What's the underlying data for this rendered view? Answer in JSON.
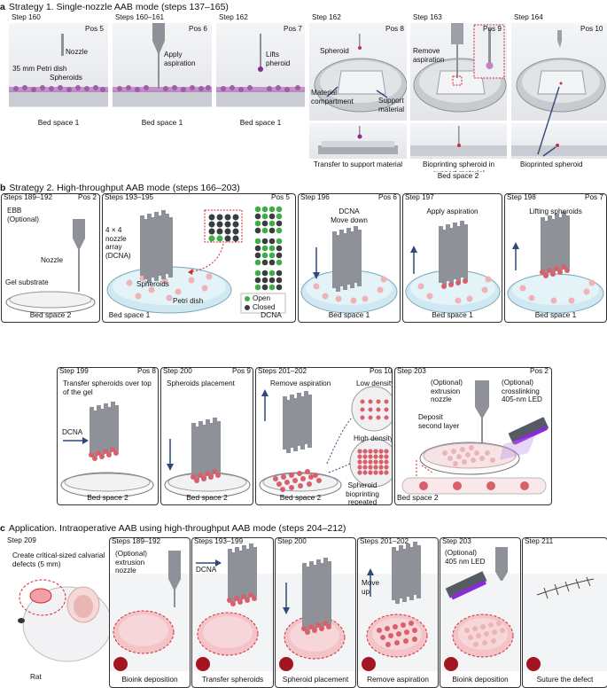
{
  "a": {
    "letter": "a",
    "title": "Strategy 1. Single-nozzle AAB mode (steps 137–165)",
    "panels": [
      {
        "step": "Step 160",
        "pos": "Pos 5",
        "labels": [
          "Nozzle",
          "35 mm Petri dish",
          "Spheroids"
        ],
        "bed": "Bed space 1"
      },
      {
        "step": "Steps 160–161",
        "pos": "Pos 6",
        "labels": [
          "Apply aspiration"
        ],
        "bed": "Bed space 1"
      },
      {
        "step": "Step 162",
        "pos": "Pos 7",
        "labels": [
          "Lifts pheroid"
        ],
        "bed": "Bed space 1"
      },
      {
        "step": "Step 162",
        "pos": "Pos 8",
        "labels": [
          "Spheroid",
          "Material compartment",
          "Support material"
        ],
        "sub": "Transfer to support material"
      },
      {
        "step": "Step 163",
        "pos": "Pos 9",
        "labels": [
          "Remove aspiration"
        ],
        "sub": "Bioprinting spheroid in support material"
      },
      {
        "step": "Step 164",
        "pos": "Pos 10",
        "labels": [
          "Bioprinted spheroid"
        ]
      }
    ],
    "bed2": "Bed space 2"
  },
  "b": {
    "letter": "b",
    "title": "Strategy 2. High-throughput AAB mode (steps 166–203)",
    "row1": [
      {
        "step": "Steps 189–192",
        "pos": "Pos 2",
        "labels": [
          "EBB (Optional)",
          "Nozzle",
          "Gel substrate"
        ],
        "bed": "Bed space 2"
      },
      {
        "step": "Steps 193–195",
        "pos": "Pos 5",
        "labels": [
          "4 × 4 nozzle array (DCNA)",
          "Spheroids",
          "Petri dish",
          "DCNA"
        ],
        "legend": [
          "Open",
          "Closed"
        ],
        "bed": "Bed space 1"
      },
      {
        "step": "Step 196",
        "pos": "Pos 6",
        "labels": [
          "DCNA",
          "Move down"
        ],
        "bed": "Bed space 1"
      },
      {
        "step": "Step 197",
        "pos": "",
        "labels": [
          "Apply aspiration"
        ],
        "bed": "Bed space 1"
      },
      {
        "step": "Step 198",
        "pos": "Pos 7",
        "labels": [
          "Lifting spheroids"
        ],
        "bed": "Bed space 1"
      }
    ],
    "row2": [
      {
        "step": "Step 199",
        "pos": "Pos 8",
        "labels": [
          "Transfer spheroids over top of the gel",
          "DCNA"
        ],
        "bed": "Bed space 2"
      },
      {
        "step": "Step 200",
        "pos": "Pos 9",
        "labels": [
          "Spheroids placement"
        ],
        "bed": "Bed space 2"
      },
      {
        "step": "Steps 201–202",
        "pos": "Pos 10",
        "labels": [
          "Remove aspiration",
          "Low density",
          "High density",
          "Spheroid bioprinting repeated"
        ],
        "bed": "Bed space 2"
      },
      {
        "step": "Step 203",
        "pos": "Pos 2",
        "labels": [
          "(Optional) extrusion nozzle",
          "(Optional) crosslinking 405-nm LED",
          "Deposit second layer"
        ],
        "bed": "Bed space 2"
      }
    ]
  },
  "c": {
    "letter": "c",
    "title": "Application. Intraoperative AAB using high-throughput AAB mode (steps 204–212)",
    "panels": [
      {
        "step": "Step 209",
        "labels": [
          "Create critical-sized calvarial defects (5 mm)",
          "Rat"
        ]
      },
      {
        "step": "Steps 189–192",
        "labels": [
          "(Optional) extrusion nozzle"
        ],
        "cap": "Bioink deposition"
      },
      {
        "step": "Steps 193–199",
        "labels": [
          "DCNA"
        ],
        "cap": "Transfer spheroids"
      },
      {
        "step": "Step 200",
        "labels": [],
        "cap": "Spheroid placement"
      },
      {
        "step": "Steps 201–202",
        "labels": [
          "Move up"
        ],
        "cap": "Remove aspiration"
      },
      {
        "step": "Step 203",
        "labels": [
          "(Optional) 405 nm LED"
        ],
        "cap": "Bioink deposition"
      },
      {
        "step": "Step 211",
        "labels": [],
        "cap": "Suture the defect"
      }
    ]
  },
  "colors": {
    "spheroid": "#d9606a",
    "spheroid_light": "#eeb3b6",
    "gel": "#d6ecf3",
    "nozzle": "#8e9298",
    "open": "#3fae49",
    "closed": "#3a3d40",
    "dashed_red": "#d3272e",
    "arrow": "#2f4a78",
    "purple_led": "#8a2bd6"
  }
}
